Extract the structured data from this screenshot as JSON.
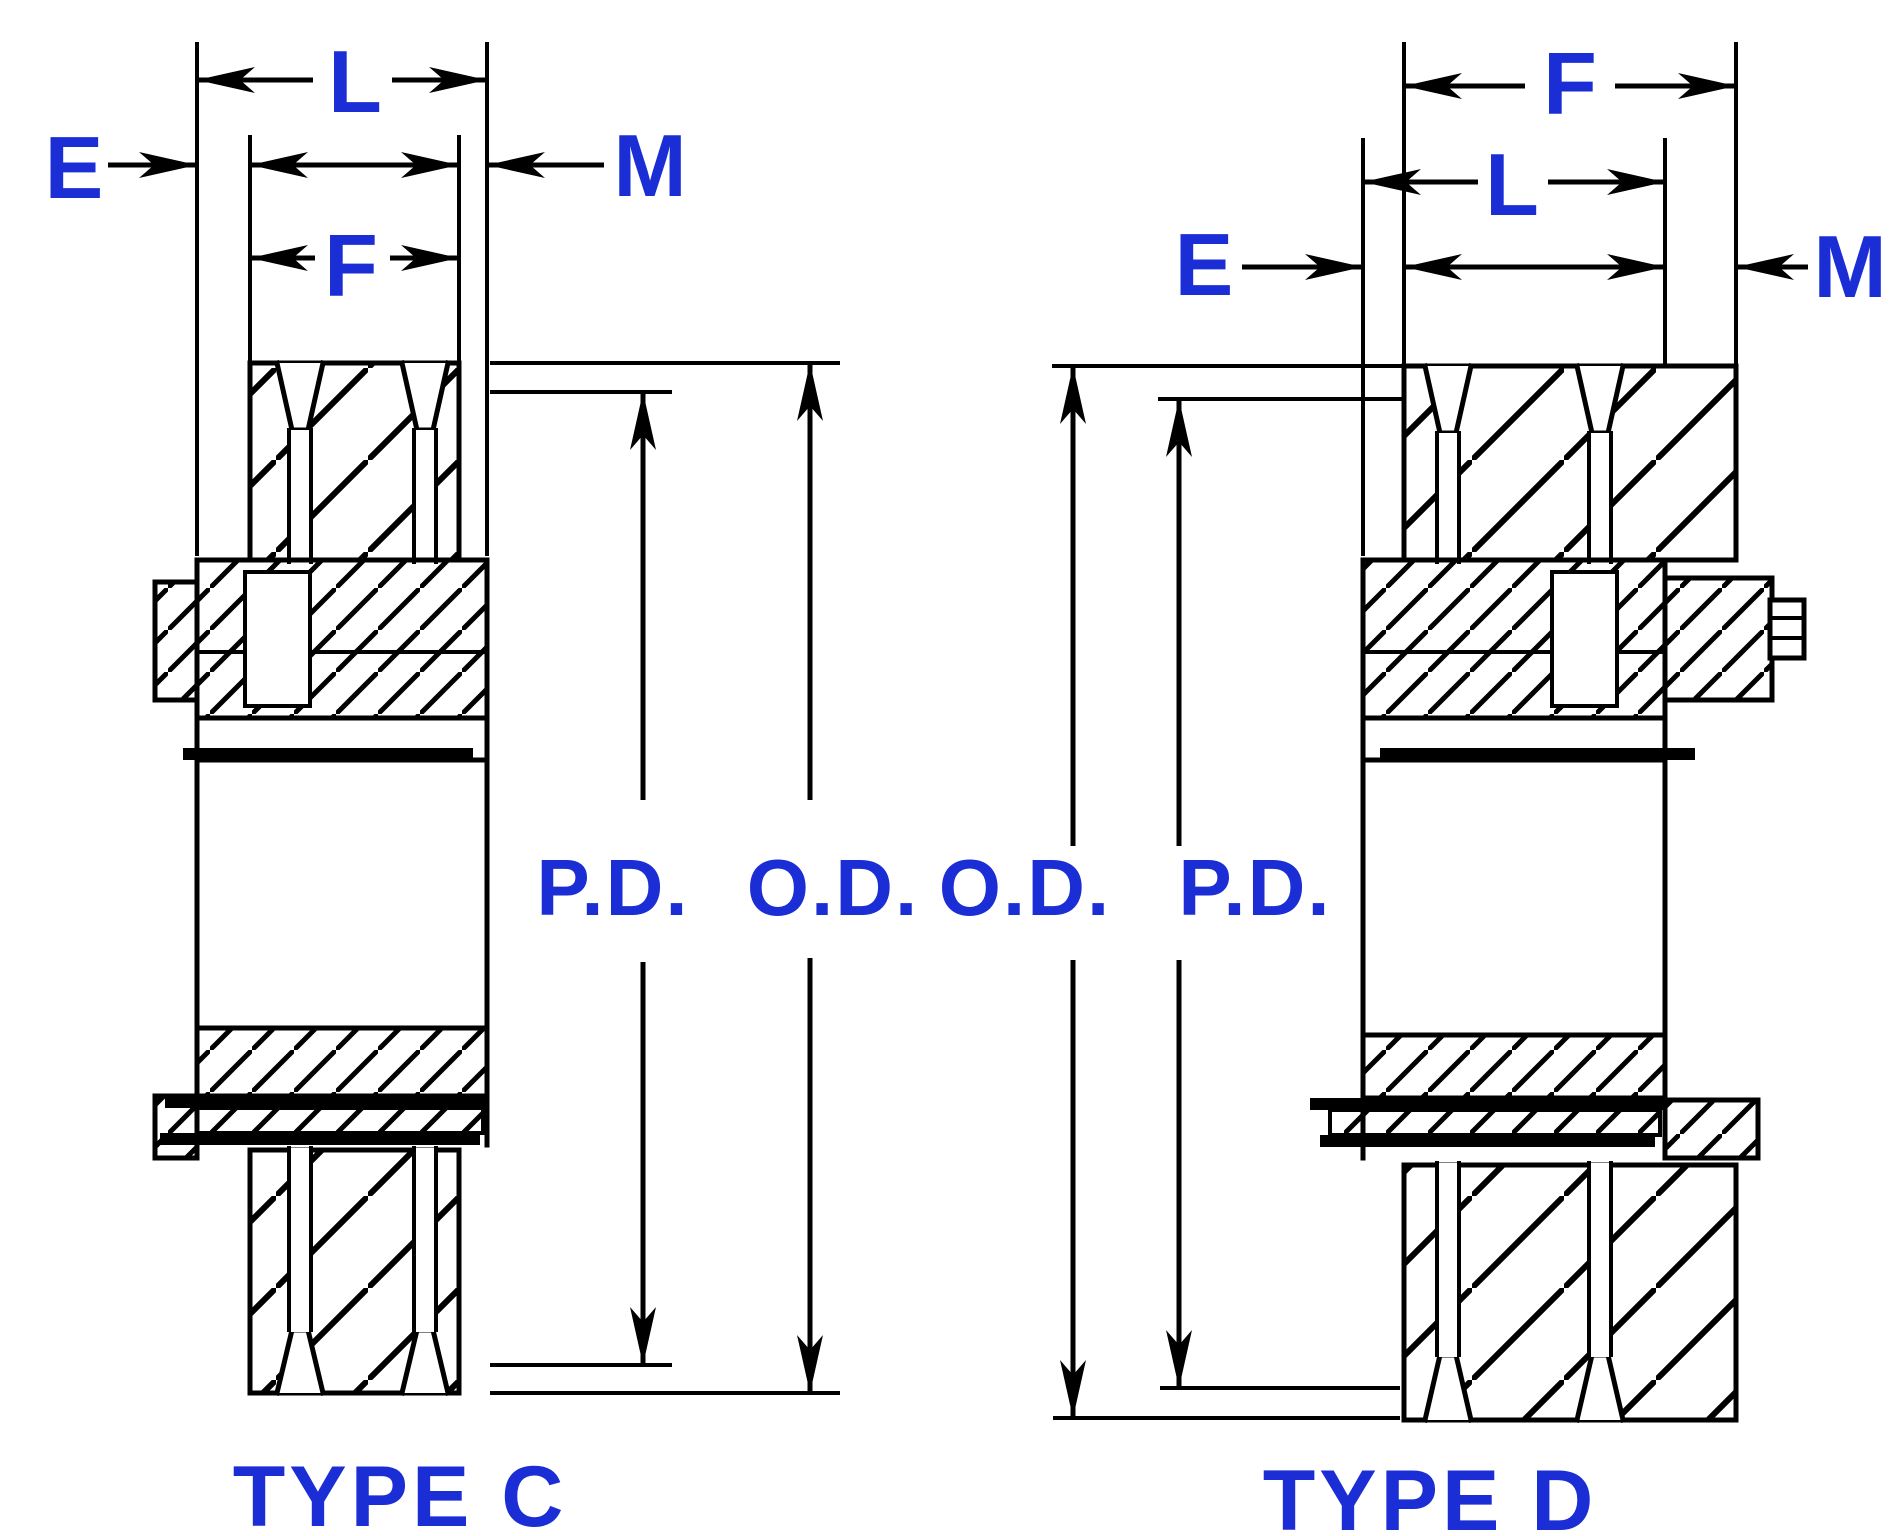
{
  "diagram": {
    "background": "#ffffff",
    "label_color": "#1b2ed6",
    "line_color": "#000000",
    "type_c": {
      "caption": "TYPE C",
      "hub_length_label": "L",
      "left_offset_label": "E",
      "right_offset_label": "M",
      "face_width_label": "F",
      "pitch_diameter_label": "P.D.",
      "outside_diameter_label": "O.D."
    },
    "type_d": {
      "caption": "TYPE D",
      "hub_length_label": "L",
      "left_offset_label": "E",
      "right_offset_label": "M",
      "face_width_label": "F",
      "pitch_diameter_label": "P.D.",
      "outside_diameter_label": "O.D."
    }
  }
}
